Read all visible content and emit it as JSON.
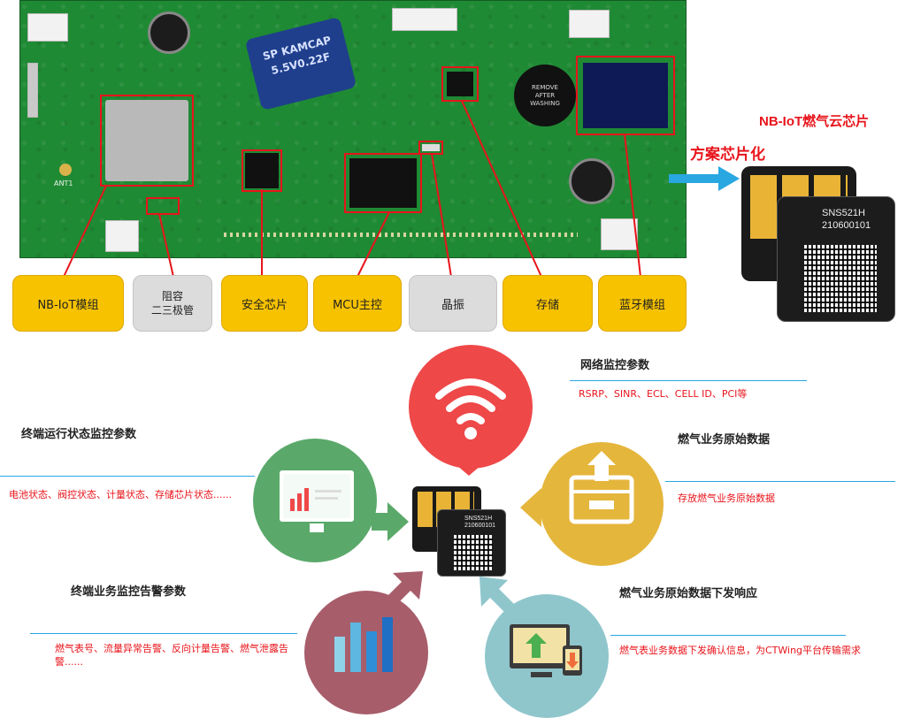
{
  "pcb": {
    "cap_label_line1": "SP KAMCAP",
    "cap_label_line2": "5.5V0.22F",
    "buzzer_line1": "REMOVE",
    "buzzer_line2": "AFTER",
    "buzzer_line3": "WASHING",
    "antenna_label": "ANT1"
  },
  "labels": {
    "nbiot": "NB-IoT模组",
    "rc_line1": "阻容",
    "rc_line2": "二三极管",
    "security": "安全芯片",
    "mcu": "MCU主控",
    "crystal": "晶振",
    "storage": "存储",
    "bluetooth": "蓝牙模组"
  },
  "chip_section": {
    "title": "NB-IoT燃气云芯片",
    "arrow_text": "方案芯片化",
    "chip_model": "SNS521H",
    "chip_serial": "210600101"
  },
  "diagram": {
    "network": {
      "title": "网络监控参数",
      "detail": "RSRP、SINR、ECL、CELL ID、PCI等"
    },
    "terminal_status": {
      "title": "终端运行状态监控参数",
      "detail": "电池状态、阀控状态、计量状态、存储芯片状态......"
    },
    "gas_raw": {
      "title": "燃气业务原始数据",
      "detail": "存放燃气业务原始数据"
    },
    "terminal_alarm": {
      "title": "终端业务监控告警参数",
      "detail": "燃气表号、流量异常告警、反向计量告警、燃气泄露告警......"
    },
    "gas_downlink": {
      "title": "燃气业务原始数据下发响应",
      "detail": "燃气表业务数据下发确认信息，为CTWing平台传输需求"
    },
    "center_chip_model": "SNS521H",
    "center_chip_serial": "210600101"
  },
  "colors": {
    "red": "#e8141b",
    "wifi_circle": "#ef4848",
    "monitor_circle": "#5aa96a",
    "box_circle": "#e5b63c",
    "bars_circle": "#a85d6b",
    "download_circle": "#8fc6cc",
    "label_yellow": "#f7c200",
    "label_gray": "#dcdcdc"
  }
}
